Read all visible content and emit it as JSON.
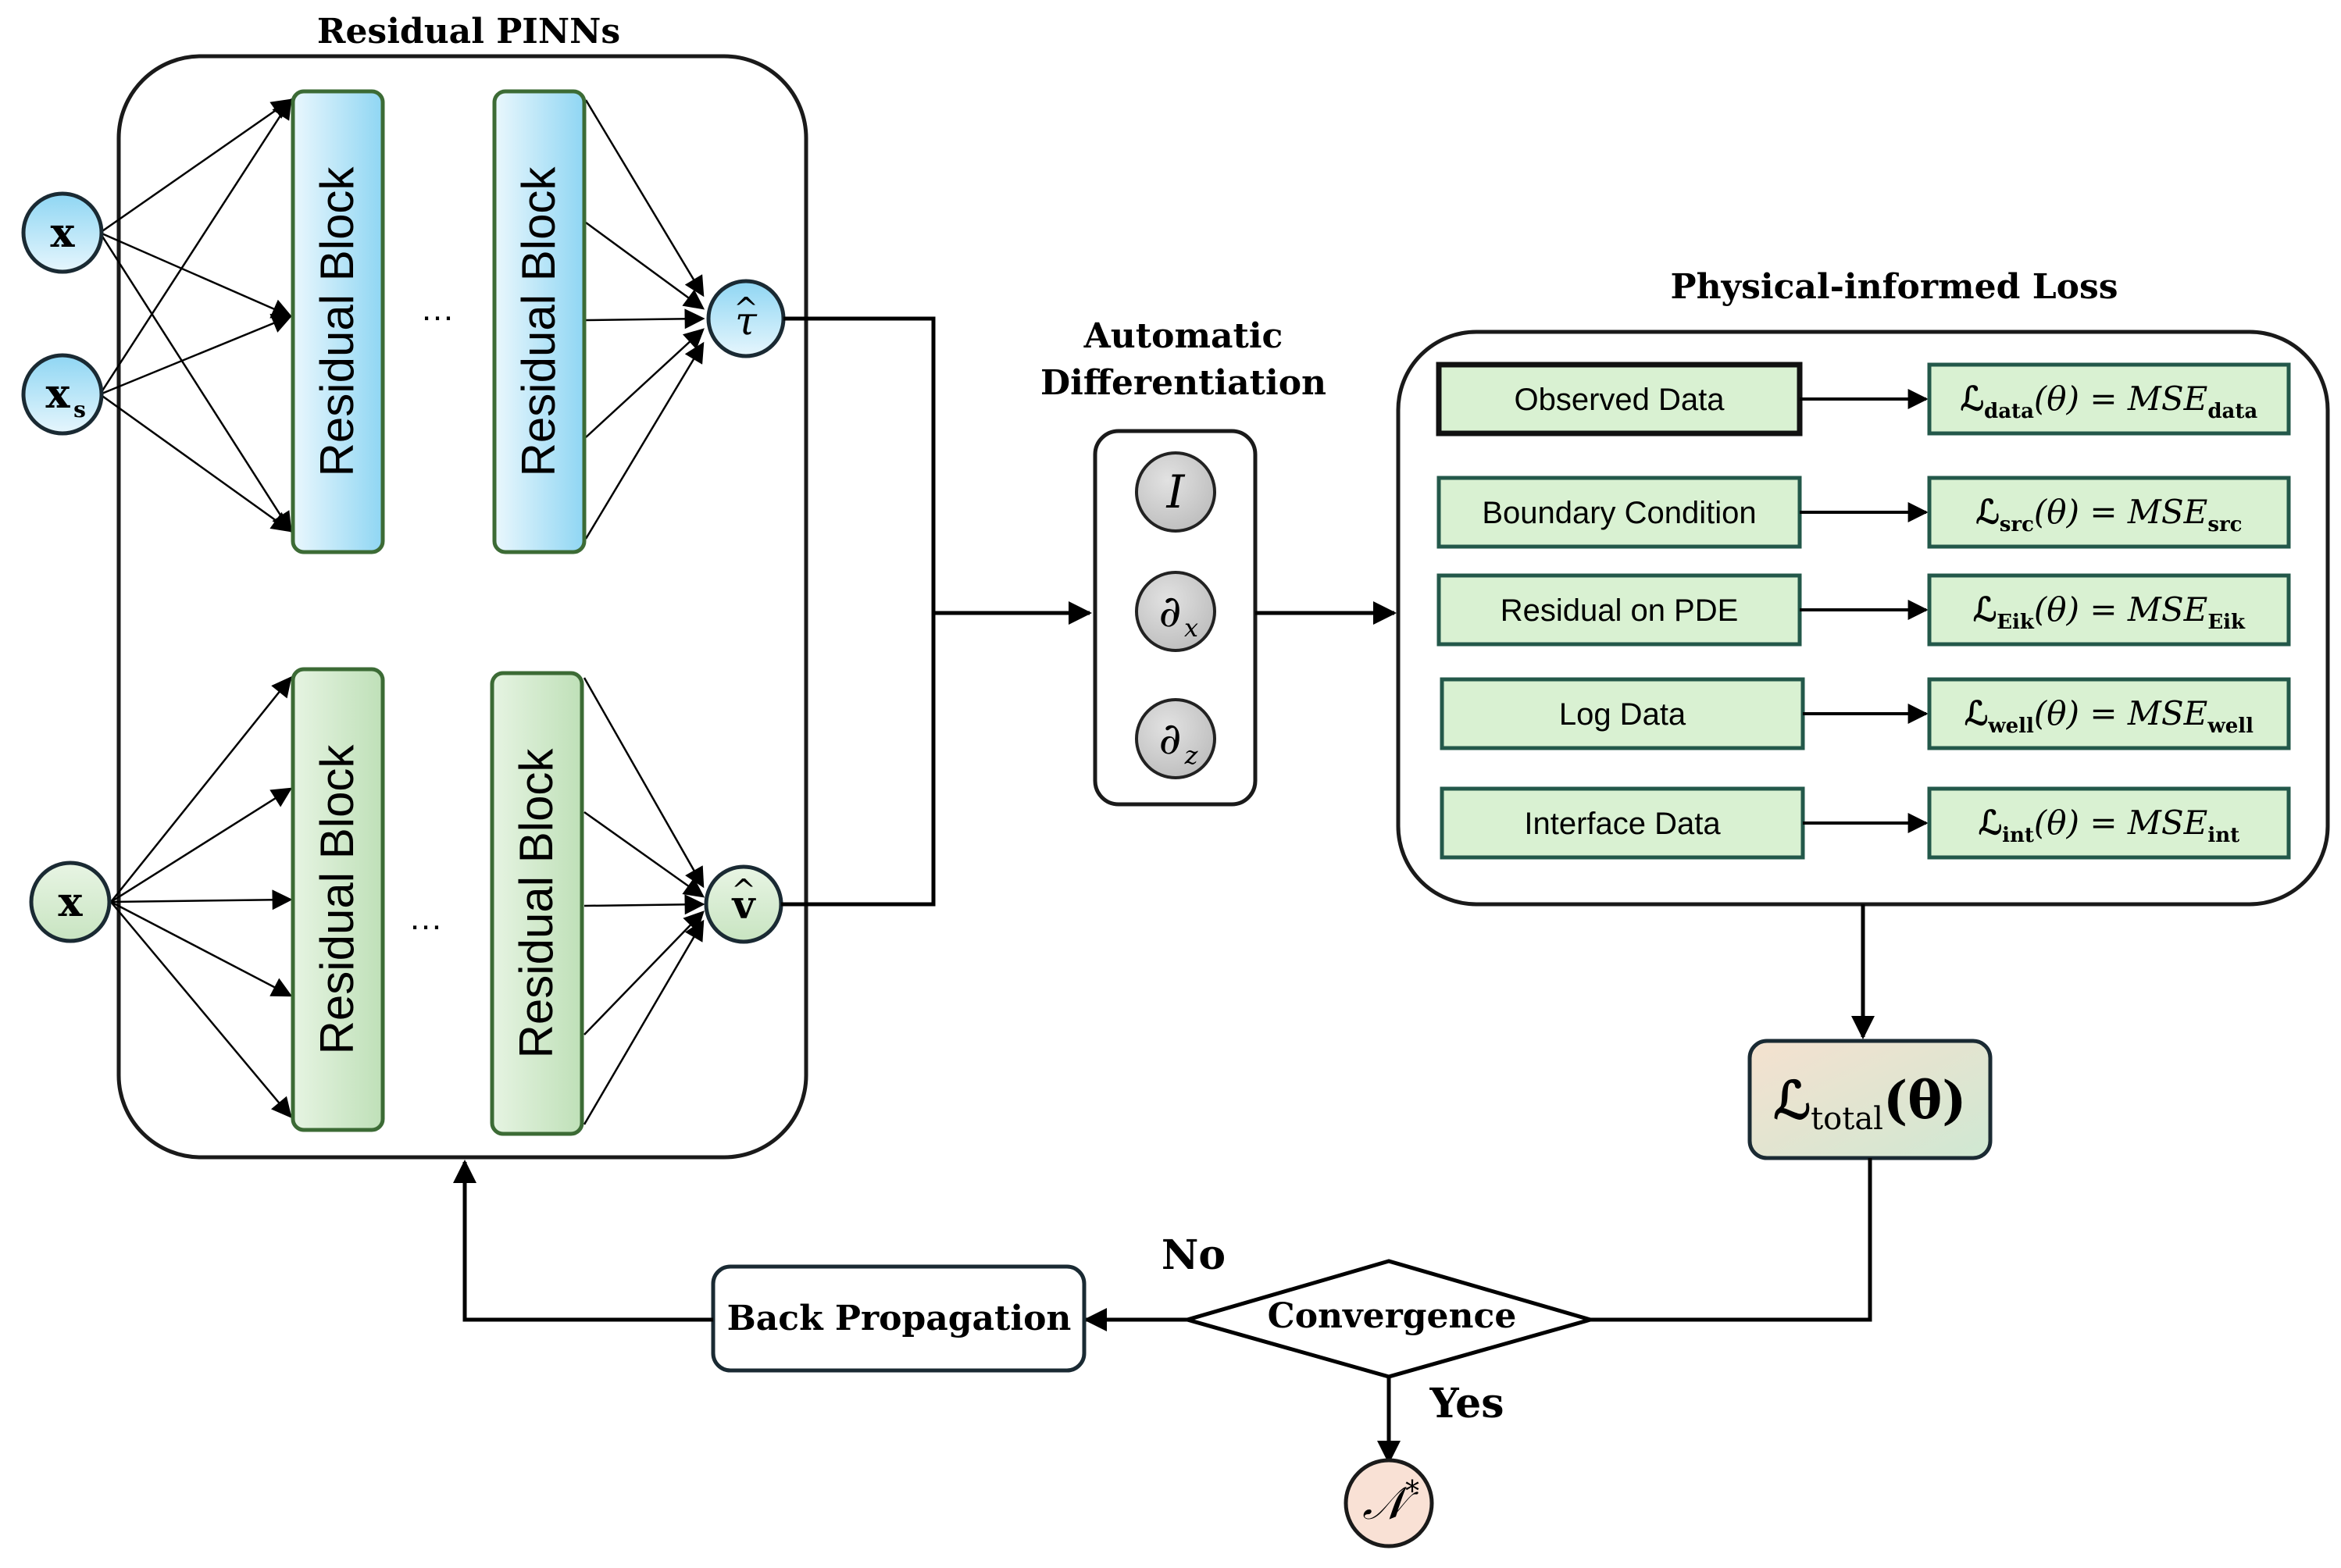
{
  "title": "Residual PINNs",
  "inputs_top": {
    "x": "x",
    "xs_main": "x",
    "xs_sub": "s"
  },
  "inputs_bottom": {
    "x": "x"
  },
  "blocks": {
    "label": "Residual Block",
    "ellipsis": "…"
  },
  "outputs": {
    "tau": "τ",
    "tau_hat": "^",
    "v": "v",
    "v_hat": "^"
  },
  "autodiff": {
    "title_line1": "Automatic",
    "title_line2": "Differentiation",
    "ops": [
      {
        "main": "I",
        "sub": ""
      },
      {
        "main": "∂",
        "sub": "x"
      },
      {
        "main": "∂",
        "sub": "z"
      }
    ]
  },
  "loss_panel": {
    "title": "Physical-informed Loss",
    "rows": [
      {
        "label": "Observed Data",
        "loss_sub": "data",
        "mse_sub": "data"
      },
      {
        "label": "Boundary Condition",
        "loss_sub": "src",
        "mse_sub": "src"
      },
      {
        "label": "Residual on PDE",
        "loss_sub": "Eik",
        "mse_sub": "Eik"
      },
      {
        "label": "Log Data",
        "loss_sub": "well",
        "mse_sub": "well"
      },
      {
        "label": "Interface Data",
        "loss_sub": "int",
        "mse_sub": "int"
      }
    ],
    "formula_L": "ℒ",
    "formula_arg": "(θ) = ",
    "formula_mse": "MSE"
  },
  "total": {
    "L": "ℒ",
    "sub": "total",
    "arg": "(θ)"
  },
  "decision": {
    "label": "Convergence",
    "no": "No",
    "yes": "Yes"
  },
  "backprop": {
    "label": "Back Propagation"
  },
  "result": {
    "main": "𝒩",
    "sup": "*"
  },
  "colors": {
    "blue_fill_top": "#8fd6f3",
    "blue_fill_bottom": "#eaf7fd",
    "green_fill": "#cde6c7",
    "green_fill_light": "#e3f2de",
    "block_border": "#3c6b35",
    "loss_row_fill": "#d9f1d2",
    "loss_row_border": "#23584a",
    "gray_node": "#cfcfcf",
    "total_fill_top": "#f3e2d1",
    "total_fill_bottom": "#d3ead4",
    "result_fill": "#f9e1d5",
    "line": "#000000",
    "panel_border": "#1a2a33"
  }
}
